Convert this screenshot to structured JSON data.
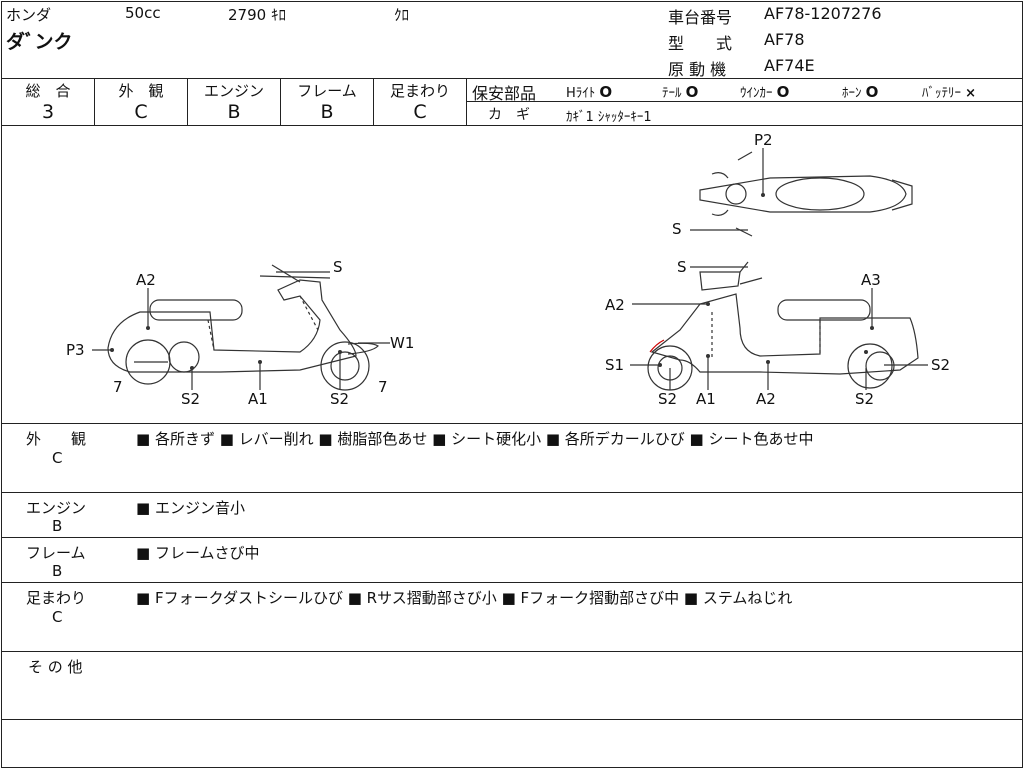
{
  "header": {
    "maker": "ホンダ",
    "displacement": "50cc",
    "mileage": "2790 ｷﾛ",
    "color": "ｸﾛ",
    "model_name": "ダﾞンク",
    "frame_no_label": "車台番号",
    "frame_no": "AF78-1207276",
    "model_type_label": "型　　式",
    "model_type": "AF78",
    "engine_label": "原 動 機",
    "engine_no": "AF74E"
  },
  "grades": [
    {
      "label": "総　合",
      "value": "3"
    },
    {
      "label": "外　観",
      "value": "C"
    },
    {
      "label": "エンジン",
      "value": "B"
    },
    {
      "label": "フレーム",
      "value": "B"
    },
    {
      "label": "足まわり",
      "value": "C"
    }
  ],
  "equipment": {
    "label": "保安部品",
    "items": [
      {
        "name": "Hﾗｲﾄ",
        "mark": "O"
      },
      {
        "name": "ﾃｰﾙ",
        "mark": "O"
      },
      {
        "name": "ｳｲﾝｶｰ",
        "mark": "O"
      },
      {
        "name": "ﾎｰﾝ",
        "mark": "O"
      },
      {
        "name": "ﾊﾞｯﾃﾘｰ",
        "mark": "×"
      }
    ],
    "key_label": "カ　ギ",
    "key_value": "ｶｷﾞ1 ｼｬｯﾀｰｷｰ1"
  },
  "diagram_labels": {
    "left": {
      "s": "S",
      "a2": "A2",
      "p3": "P3",
      "w1": "W1",
      "seven_l": "7",
      "seven_r": "7",
      "s2a": "S2",
      "a1": "A1",
      "s2b": "S2"
    },
    "right": {
      "s": "S",
      "a3": "A3",
      "a2": "A2",
      "s1": "S1",
      "s2r": "S2",
      "s2a": "S2",
      "a1": "A1",
      "a2b": "A2",
      "s2b": "S2"
    },
    "top": {
      "p2": "P2",
      "s": "S"
    }
  },
  "remarks": [
    {
      "label": "外　　観",
      "grade": "C",
      "text": "■ 各所きず ■ レバー削れ ■ 樹脂部色あせ ■ シート硬化小 ■ 各所デカールひび ■ シート色あせ中"
    },
    {
      "label": "エンジン",
      "grade": "B",
      "text": "■ エンジン音小"
    },
    {
      "label": "フレーム",
      "grade": "B",
      "text": "■ フレームさび中"
    },
    {
      "label": "足まわり",
      "grade": "C",
      "text": "■ Fフォークダストシールひび ■ Rサス摺動部さび小 ■ Fフォーク摺動部さび中 ■ ステムねじれ"
    },
    {
      "label": "そ の 他",
      "grade": "",
      "text": ""
    }
  ]
}
